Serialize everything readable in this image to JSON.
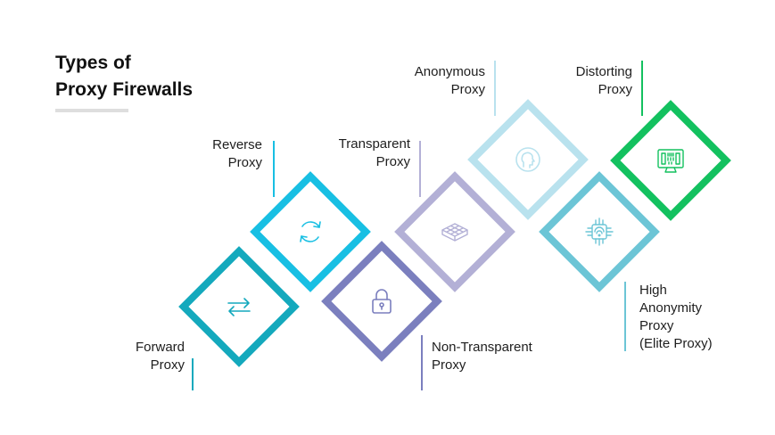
{
  "title": {
    "line1": "Types of",
    "line2": "Proxy Firewalls"
  },
  "proxies": {
    "forward": {
      "line1": "Forward",
      "line2": "Proxy",
      "color": "#14a9bd",
      "icon": "arrows-exchange-icon"
    },
    "reverse": {
      "line1": "Reverse",
      "line2": "Proxy",
      "color": "#18bfe3",
      "icon": "refresh-cycle-icon"
    },
    "non_transparent": {
      "line1": "Non-Transparent",
      "line2": "Proxy",
      "color": "#7b7fbe",
      "icon": "lock-icon"
    },
    "transparent": {
      "line1": "Transparent",
      "line2": "Proxy",
      "color": "#b3b0d6",
      "icon": "cube-grid-icon"
    },
    "anonymous": {
      "line1": "Anonymous",
      "line2": "Proxy",
      "color": "#b9e2ee",
      "icon": "incognito-head-icon"
    },
    "high_anonymity": {
      "line1": "High",
      "line2": "Anonymity",
      "line3": "Proxy",
      "line4": "(Elite Proxy)",
      "color": "#6cc5d6",
      "icon": "chip-circuit-icon"
    },
    "distorting": {
      "line1": "Distorting",
      "line2": "Proxy",
      "color": "#13c15f",
      "icon": "binary-monitor-icon"
    }
  }
}
